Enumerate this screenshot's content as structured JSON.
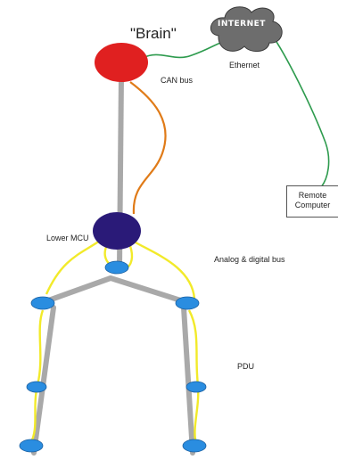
{
  "labels": {
    "brain": "\"Brain\"",
    "internet": "INTERNET",
    "ethernet": "Ethernet",
    "can_bus": "CAN bus",
    "lower_mcu": "Lower MCU",
    "analog_bus": "Analog & digital bus",
    "pdu": "PDU",
    "remote_line1": "Remote",
    "remote_line2": "Computer"
  },
  "colors": {
    "brain": "#e02020",
    "lower_mcu": "#2a1a78",
    "ethernet": "#2e9b4e",
    "can_bus": "#e07b18",
    "analog_bus": "#f2ea2a",
    "frame": "#a9a9a9",
    "pdu": "#2a8de0"
  }
}
